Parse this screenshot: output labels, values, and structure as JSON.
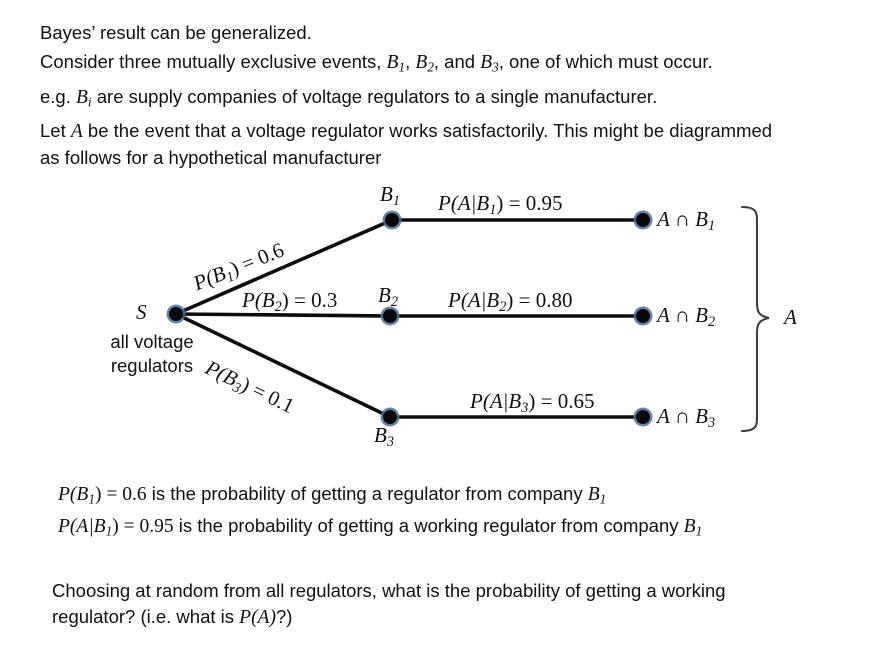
{
  "intro": {
    "line1": "Bayes’ result can be generalized.",
    "line2_a": "Consider three mutually exclusive events, ",
    "line2_b": "B",
    "line2_sub1": "1",
    "line2_c": ", ",
    "line2_d": "B",
    "line2_sub2": "2",
    "line2_e": ", and ",
    "line2_f": "B",
    "line2_sub3": "3",
    "line2_g": ", one of which must occur.",
    "line3_a": "e.g. ",
    "line3_b": "B",
    "line3_sub": "i",
    "line3_c": " are supply companies of voltage regulators to a single manufacturer.",
    "line4_a": "Let ",
    "line4_b": "A",
    "line4_c": " be the event that a voltage regulator works satisfactorily. This might be diagrammed as follows for a hypothetical manufacturer"
  },
  "diagram": {
    "root": {
      "symbol": "S",
      "caption_line1": "all voltage",
      "caption_line2": "regulators"
    },
    "branches": [
      {
        "node_label": "B",
        "node_sub": "1",
        "prior_label": "P(B",
        "prior_sub": "1",
        "prior_value": ") = 0.6",
        "cond_label": "P(A|B",
        "cond_sub": "1",
        "cond_value": ") = 0.95",
        "outcome_label": "A ∩ B",
        "outcome_sub": "1"
      },
      {
        "node_label": "B",
        "node_sub": "2",
        "prior_label": "P(B",
        "prior_sub": "2",
        "prior_value": ") = 0.3",
        "cond_label": "P(A|B",
        "cond_sub": "2",
        "cond_value": ") = 0.80",
        "outcome_label": "A ∩ B",
        "outcome_sub": "2"
      },
      {
        "node_label": "B",
        "node_sub": "3",
        "prior_label": "P(B",
        "prior_sub": "3",
        "prior_value": ") = 0.1",
        "cond_label": "P(A|B",
        "cond_sub": "3",
        "cond_value": ") = 0.65",
        "outcome_label": "A ∩ B",
        "outcome_sub": "3"
      }
    ],
    "brace_label": "A",
    "colors": {
      "node_fill": "#0a0a0a",
      "node_ring": "#4a6f9e",
      "edge": "#0d0d0d",
      "brace": "#3d3d3d"
    }
  },
  "explanation": {
    "item1_a": "P(B",
    "item1_sub": "1",
    "item1_b": ") = 0.6",
    "item1_c": " is the probability of getting a regulator from company ",
    "item1_d": "B",
    "item1_sub2": "1",
    "item2_a": "P(A|B",
    "item2_sub": "1",
    "item2_b": ") = 0.95",
    "item2_c": " is the probability of getting a working regulator from company ",
    "item2_d": "B",
    "item2_sub2": "1",
    "question_a": "Choosing at random from all regulators, what is the probability of getting a working regulator? (i.e. what is ",
    "question_b": "P(A)",
    "question_c": "?)"
  }
}
